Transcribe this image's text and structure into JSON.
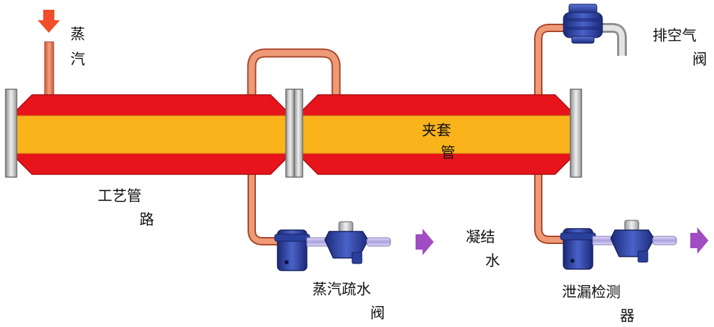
{
  "labels": {
    "steam": [
      "蒸",
      "汽"
    ],
    "vent_valve": [
      "排空气",
      "阀"
    ],
    "jacket_pipe": [
      "夹套",
      "管"
    ],
    "process_pipe": [
      "工艺管",
      "路"
    ],
    "condensate": [
      "凝结",
      "水"
    ],
    "steam_trap": [
      "蒸汽疏水",
      "阀"
    ],
    "leak_detector": [
      "泄漏检测",
      "器"
    ]
  },
  "colors": {
    "jacket_red": "#e8141b",
    "core_orange": "#fbb31c",
    "copper_pipe": "#e98a62",
    "flange_gray": "#c7c7c7",
    "valve_blue": "#2b3f9c",
    "arrow_red": "#f04e2b",
    "arrow_purple": "#a04cc2",
    "pipe_lavender": "#bfb7e6"
  }
}
